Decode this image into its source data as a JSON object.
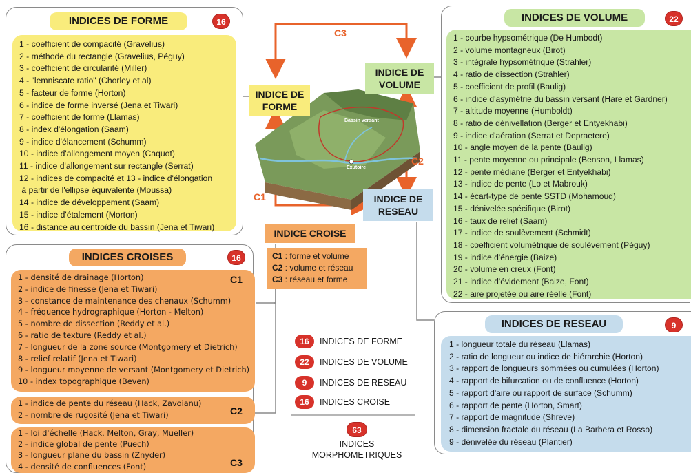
{
  "forme": {
    "title": "INDICES DE FORME",
    "count": "16",
    "items": [
      "1 - coefficient de compacité (Gravelius)",
      "2 - méthode du rectangle (Gravelius, Péguy)",
      "3 - coefficient de circularité (Miller)",
      "4 - \"lemniscate ratio\" (Chorley et al)",
      "5 - facteur de forme (Horton)",
      "6 - indice de forme inversé (Jena et Tiwari)",
      "7 - coefficient de forme (Llamas)",
      "8 - index d'élongation (Saam)",
      "9 - indice d'élancement (Schumm)",
      "10 - indice d'allongement moyen (Caquot)",
      "11 - indice d'allongement sur rectangle (Serrat)",
      "12 - indices de compacité et 13 - indice d'élongation",
      " à partir de l'ellipse équivalente (Moussa)",
      "14 - indice de développement (Saam)",
      "15 - indice d'étalement (Morton)",
      "16 - distance au centroïde du bassin (Jena et Tiwari)"
    ]
  },
  "volume": {
    "title": "INDICES DE VOLUME",
    "count": "22",
    "items": [
      "1 - courbe hypsométrique (De Humbodt)",
      "2 - volume montagneux (Birot)",
      "3 - intégrale hypsométrique (Strahler)",
      "4 - ratio de dissection (Strahler)",
      "5 - coefficient de profil (Baulig)",
      "6 - indice d'asymétrie du bassin versant (Hare et Gardner)",
      "7 - altitude moyenne (Humboldt)",
      "8 - ratio de dénivellation (Berger et Entyekhabi)",
      "9 - indice d'aération (Serrat et Depraetere)",
      "10 - angle moyen de la pente (Baulig)",
      "11 - pente moyenne ou principale (Benson, Llamas)",
      "12 - pente médiane (Berger et Entyekhabi)",
      "13 - indice de pente (Lo et Mabrouk)",
      "14 - écart-type de pente SSTD (Mohamoud)",
      "15 - dénivelée spécifique (Birot)",
      "16 - taux de relief (Saam)",
      "17 - indice de soulèvement (Schmidt)",
      "18 - coefficient volumétrique de soulèvement (Péguy)",
      "19 - indice d'énergie (Baize)",
      "20 - volume en creux (Font)",
      "21 - indice d'évidement (Baize, Font)",
      "22 - aire projetée ou aire réelle (Font)"
    ]
  },
  "reseau": {
    "title": "INDICES DE RESEAU",
    "count": "9",
    "items": [
      "1 - longueur totale du réseau (Llamas)",
      "2 - ratio de longueur ou indice de hiérarchie (Horton)",
      "3 - rapport de longueurs sommées ou cumulées (Horton)",
      "4 - rapport de bifurcation ou de confluence (Horton)",
      "5 - rapport d'aire ou rapport de surface (Schumm)",
      "6 - rapport de pente (Horton, Smart)",
      "7 - rapport de magnitude (Shreve)",
      "8 - dimension fractale du réseau (La Barbera et Rosso)",
      "9 - dénivelée du réseau (Plantier)"
    ]
  },
  "croises": {
    "title": "INDICES CROISES",
    "count": "16",
    "c1_label": "C1",
    "c1_items": [
      "1 - densité de drainage (Horton)",
      "2 - indice de finesse (Jena et Tiwari)",
      "3 - constance de maintenance des chenaux (Schumm)",
      "4 - fréquence hydrographique (Horton - Melton)",
      "5 - nombre de dissection (Reddy et al.)",
      "6 - ratio de texture (Reddy et al.)",
      "7 - longueur de la zone source (Montgomery et Dietrich)",
      "8 - relief relatif (Jena et Tiwari)",
      "9 - longueur moyenne de versant (Montgomery et Dietrich)",
      "10 - index topographique (Beven)"
    ],
    "c2_label": "C2",
    "c2_items": [
      "1 - indice de pente du réseau (Hack, Zavoianu)",
      "2 - nombre de rugosité (Jena et Tiwari)"
    ],
    "c3_label": "C3",
    "c3_items": [
      "1 - loi d'échelle (Hack, Melton, Gray, Mueller)",
      "2 - indice global de pente (Puech)",
      "3 - longueur plane du bassin (Znyder)",
      "4 - densité de confluences (Font)"
    ]
  },
  "center": {
    "indice_forme": "INDICE DE FORME",
    "indice_volume": "INDICE DE VOLUME",
    "indice_reseau": "INDICE DE RESEAU",
    "indice_croise": "INDICE CROISE",
    "c1": "C1",
    "c2": "C2",
    "c3": "C3",
    "bassin_label": "Bassin versant",
    "exutoire_label": "Exutoire",
    "definitions": [
      {
        "code": "C1",
        "text": " : forme et volume"
      },
      {
        "code": "C2",
        "text": " : volume et réseau"
      },
      {
        "code": "C3",
        "text": " : réseau et forme"
      }
    ]
  },
  "legend": {
    "rows": [
      {
        "count": "16",
        "label": "INDICES DE FORME"
      },
      {
        "count": "22",
        "label": "INDICES DE VOLUME"
      },
      {
        "count": "9",
        "label": "INDICES DE RESEAU"
      },
      {
        "count": "16",
        "label": "INDICES CROISE"
      }
    ],
    "total": "63",
    "total_line1": "INDICES",
    "total_line2": "MORPHOMETRIQUES"
  },
  "colors": {
    "accent_orange": "#e8632b",
    "badge_red": "#d7322a",
    "forme_yellow": "#f9ec7c",
    "volume_green": "#c8e6a4",
    "reseau_blue": "#c5dcec",
    "croise_orange": "#f4a862"
  }
}
